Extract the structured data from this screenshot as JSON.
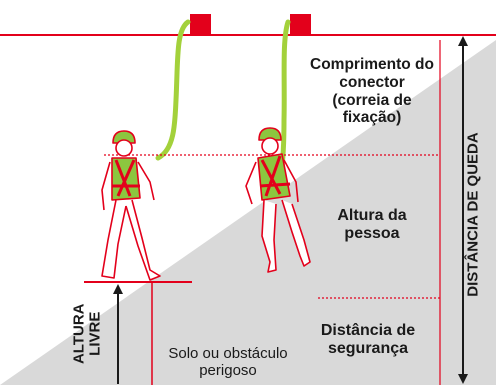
{
  "labels": {
    "connector_length": "Comprimento do conector (correia de fixação)",
    "person_height": "Altura da pessoa",
    "safety_distance": "Distância de segurança",
    "ground_obstacle": "Solo ou obstáculo perigoso",
    "free_height": "ALTURA LIVRE",
    "fall_distance": "DISTÂNCIA DE QUEDA"
  },
  "colors": {
    "accent_red": "#e3001b",
    "lanyard_green": "#a3d13b",
    "floor_gray": "#d9d9d9",
    "figure_white": "#ffffff",
    "shirt_green": "#8cc63f",
    "helmet_green": "#8cc63f"
  }
}
